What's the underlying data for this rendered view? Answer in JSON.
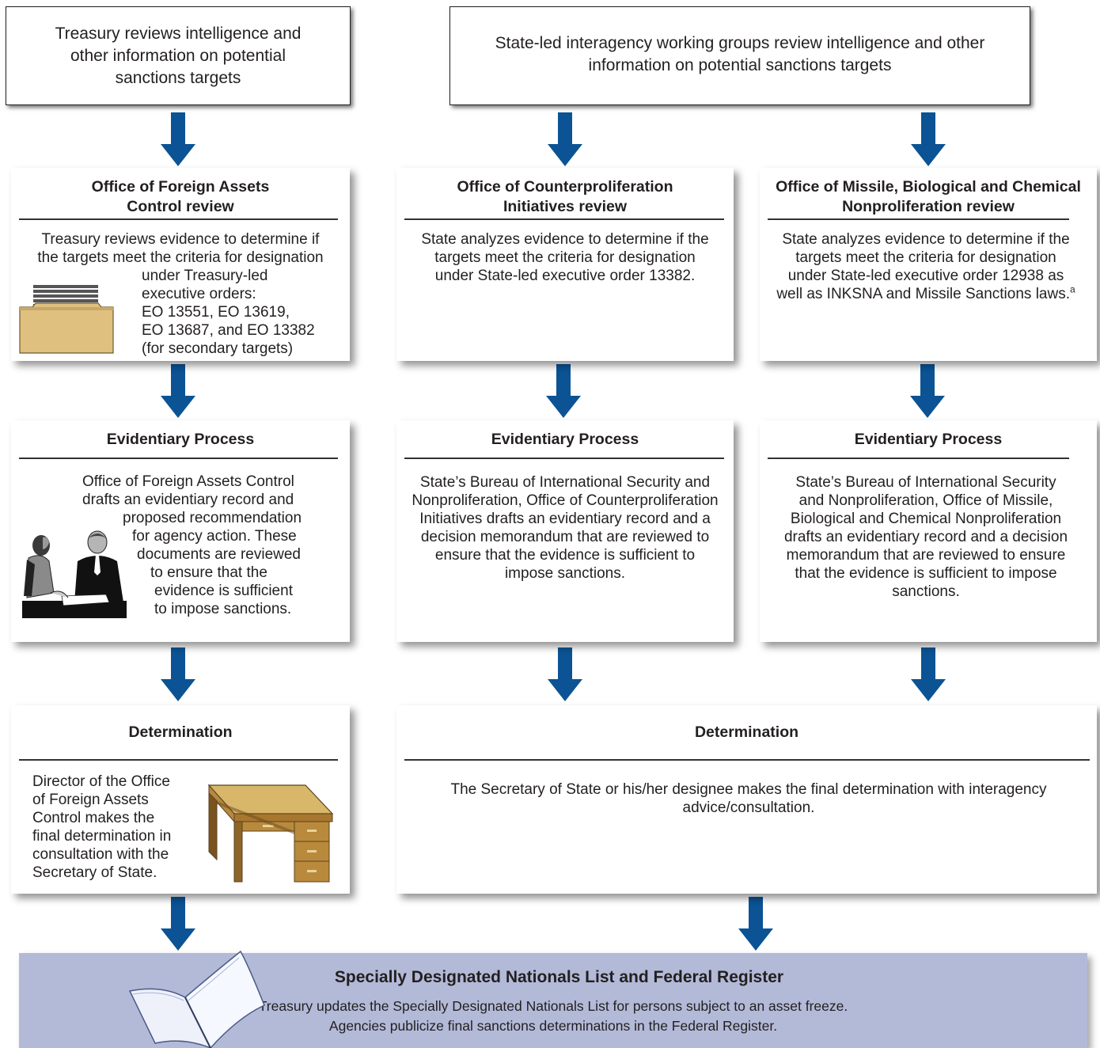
{
  "top": {
    "treasury": "Treasury reviews intelligence and other information on potential sanctions targets",
    "state": "State-led interagency working groups review intelligence and other information on potential sanctions targets"
  },
  "review": {
    "ofac": {
      "title_line1": "Office of Foreign Assets",
      "title_line2": "Control review",
      "line1": "Treasury reviews evidence to determine if",
      "line2": "the targets meet the criteria for designation",
      "line3": "under Treasury-led",
      "line4": "executive orders:",
      "line5": "EO 13551, EO 13619,",
      "line6": "EO 13687, and EO 13382",
      "line7": "(for secondary targets)"
    },
    "ocpi": {
      "title_line1": "Office of Counterproliferation",
      "title_line2": "Initiatives review",
      "body": "State analyzes evidence to determine if the targets meet the criteria for designation under State-led executive order 13382."
    },
    "mbc": {
      "title_line1": "Office of Missile, Biological and Chemical",
      "title_line2": "Nonproliferation review",
      "body": "State analyzes evidence to determine if the targets meet the criteria for designation under State-led executive order 12938 as well as INKSNA and Missile Sanctions laws.",
      "footnote_marker": "a"
    }
  },
  "evidentiary": {
    "title": "Evidentiary Process",
    "ofac_lines": [
      "Office of Foreign Assets Control",
      "drafts an evidentiary record and",
      "proposed recommendation",
      "for agency action. These",
      "documents are reviewed",
      "to ensure that the",
      "evidence is sufficient",
      "to impose sanctions."
    ],
    "ocpi_body": "State’s Bureau of International Security and Nonproliferation, Office of Counterproliferation Initiatives drafts an evidentiary record and a decision memorandum that are reviewed to ensure that the evidence is sufficient to impose sanctions.",
    "mbc_body": "State’s Bureau of International Security and Nonproliferation, Office of Missile, Biological and Chemical Nonproliferation drafts an evidentiary record and a decision memorandum that are reviewed to ensure that the evidence is sufficient to impose sanctions."
  },
  "determination": {
    "title": "Determination",
    "ofac_lines": [
      "Director of the Office",
      "of Foreign Assets",
      "Control makes the",
      "final determination in",
      "consultation with the",
      "Secretary of State."
    ],
    "state_body": "The Secretary of State or his/her designee makes the final determination with interagency advice/consultation."
  },
  "sdn": {
    "title": "Specially Designated Nationals List and Federal Register",
    "line1": "Treasury updates the Specially Designated Nationals List for persons subject to an asset freeze.",
    "line2": "Agencies publicize final sanctions determinations in the Federal Register."
  },
  "colors": {
    "arrow": "#0b5394",
    "sdn_band": "#b3bad8",
    "folder": "#dfc07f",
    "desk": "#c89a4a"
  },
  "icons": [
    "folder-icon",
    "meeting-icon",
    "desk-icon",
    "book-icon"
  ]
}
